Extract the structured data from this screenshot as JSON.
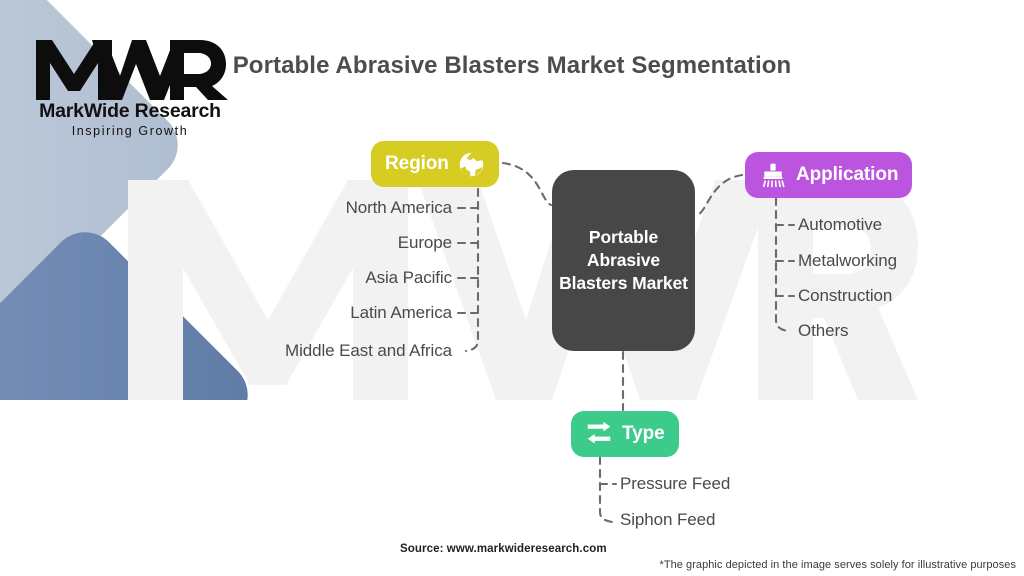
{
  "brand": {
    "logo_mark": "mwr-monogram-icon",
    "name": "MarkWide Research",
    "tagline": "Inspiring Growth",
    "watermark": "MWR"
  },
  "title": "Portable Abrasive Blasters Market Segmentation",
  "core": {
    "label": "Portable Abrasive Blasters Market"
  },
  "branches": [
    {
      "key": "region",
      "label": "Region",
      "icon": "globe-icon",
      "color": "#d6cc22",
      "items": [
        "North America",
        "Europe",
        "Asia Pacific",
        "Latin America",
        "Middle East and Africa"
      ]
    },
    {
      "key": "application",
      "label": "Application",
      "icon": "abrasive-blaster-nozzle-icon",
      "color": "#bb55e0",
      "items": [
        "Automotive",
        "Metalworking",
        "Construction",
        "Others"
      ]
    },
    {
      "key": "type",
      "label": "Type",
      "icon": "exchange-arrows-icon",
      "color": "#3ccb8b",
      "items": [
        "Pressure Feed",
        "Siphon Feed"
      ]
    }
  ],
  "footer": {
    "source": "Source: www.markwideresearch.com",
    "disclaimer": "*The graphic depicted in the image serves solely for illustrative purposes"
  },
  "colors": {
    "core": "#474747",
    "title": "#4d4d4d",
    "leaf_text": "#4a4a4a",
    "connector": "#6b6b6b",
    "deco_light": "#c3cede",
    "deco_dark": "#6d88b0"
  }
}
